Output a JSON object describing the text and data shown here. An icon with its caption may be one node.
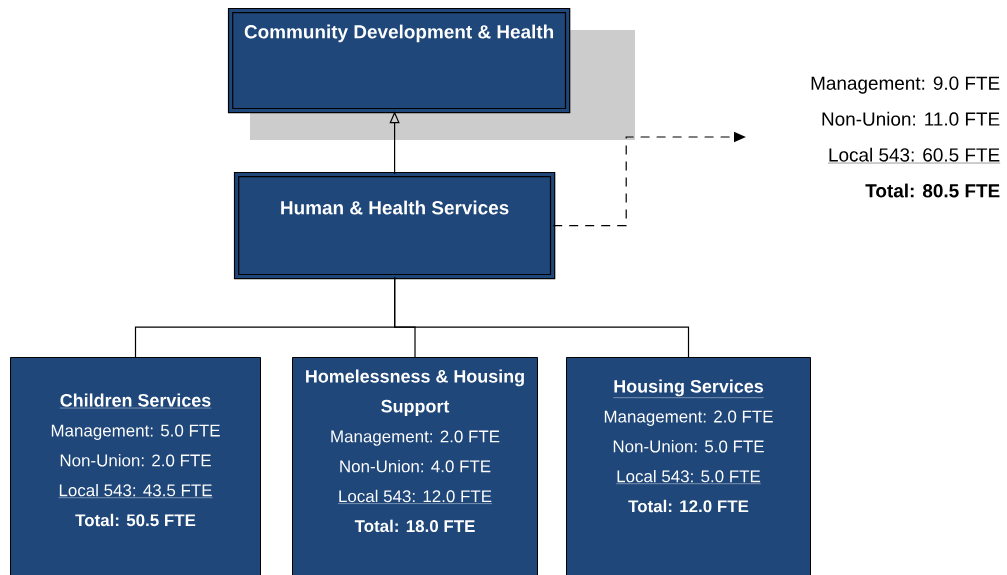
{
  "diagram": {
    "nodes": [
      {
        "text": [
          "Community Development & Health"
        ]
      },
      {
        "text": [
          "Human & Health Services"
        ]
      },
      {
        "text": [
          "Children Services",
          "Management: 5.0 FTE",
          "Non-Union: 2.0 FTE",
          "Local 543: 43.5 FTE",
          "Total: 50.5 FTE"
        ]
      },
      {
        "text": [
          "Homelessness & Housing Support",
          "Management: 2.0 FTE",
          "Non-Union: 4.0 FTE",
          "Local 543: 12.0 FTE",
          "Total: 18.0 FTE"
        ]
      },
      {
        "text": [
          "Housing Services",
          "Management: 2.0 FTE",
          "Non-Union: 5.0 FTE",
          "Local 543: 5.0 FTE",
          "Total: 12.0 FTE"
        ]
      },
      {
        "text": [
          "Management: 9.0 FTE",
          "Non-Union: 11.0 FTE",
          "Local 543: 60.5 FTE",
          "Total: 80.5 FTE"
        ]
      }
    ],
    "edges": [
      {
        "from": 1,
        "to": 0,
        "arrow": "to"
      },
      {
        "from": 1,
        "to": 2,
        "arrow": "none"
      },
      {
        "from": 1,
        "to": 3,
        "arrow": "none"
      },
      {
        "from": 1,
        "to": 4,
        "arrow": "none"
      },
      {
        "from": 1,
        "to": 5,
        "arrow": "to",
        "style": "dashed"
      }
    ]
  }
}
